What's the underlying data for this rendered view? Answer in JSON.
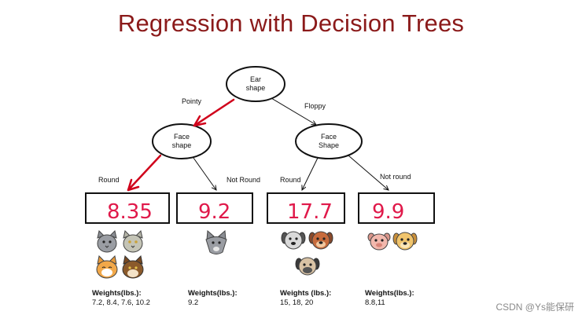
{
  "title": "Regression with Decision Trees",
  "root": {
    "line1": "Ear",
    "line2": "shape"
  },
  "left_node": {
    "line1": "Face",
    "line2": "shape"
  },
  "right_node": {
    "line1": "Face",
    "line2": "Shape"
  },
  "edges": {
    "pointy": "Pointy",
    "floppy": "Floppy",
    "round_left": "Round",
    "not_round_left": "Not Round",
    "round_right": "Round",
    "not_round_right": "Not round"
  },
  "leaves": [
    {
      "value": "8.35",
      "weights_label": "Weights(lbs.):",
      "weights": "7.2, 8.4, 7.6, 10.2"
    },
    {
      "value": "9.2",
      "weights_label": "Weights(lbs.):",
      "weights": "9.2"
    },
    {
      "value": "17.7",
      "weights_label": "Weights (lbs.):",
      "weights": "15,  18, 20"
    },
    {
      "value": "9.9",
      "weights_label": "Weights(lbs.):",
      "weights": "8.8,11"
    }
  ],
  "animals": {
    "leaf1": [
      "cat-icon",
      "cat-icon",
      "cat-icon",
      "cat-icon"
    ],
    "leaf2": [
      "cat-icon"
    ],
    "leaf3": [
      "dog-icon",
      "dog-icon",
      "dog-icon"
    ],
    "leaf4": [
      "dog-icon",
      "dog-icon"
    ]
  },
  "colors": {
    "title": "#8b1a1a",
    "highlight": "#d0021b",
    "leaf_value": "#e0194a"
  },
  "watermark": "CSDN @Ys能保研"
}
